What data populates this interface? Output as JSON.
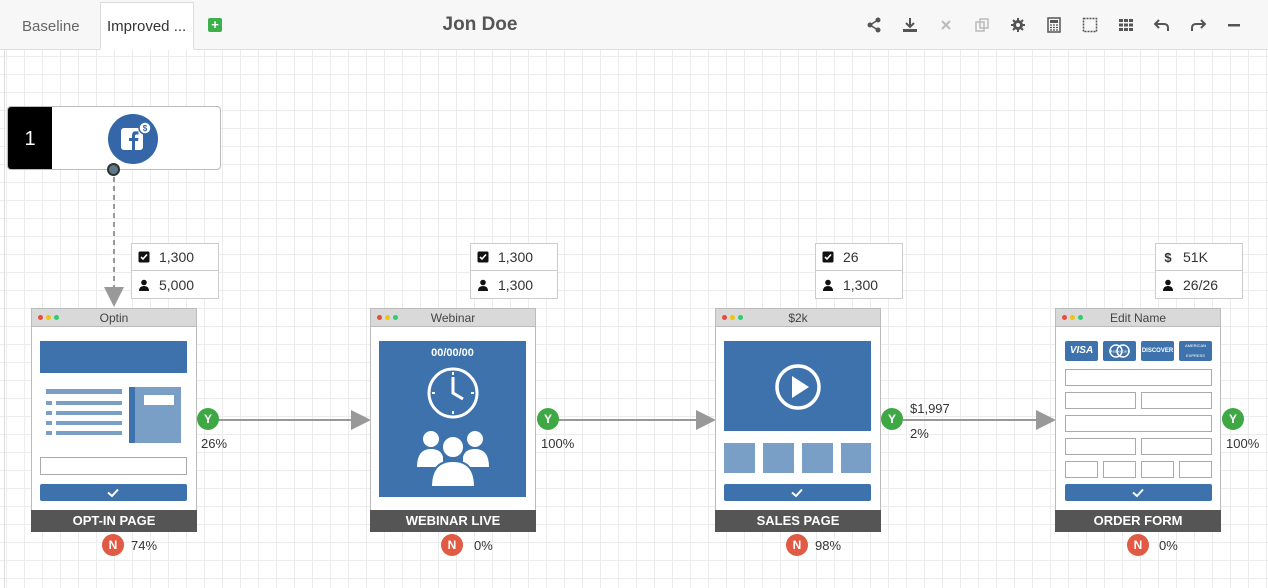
{
  "tabs": [
    {
      "label": "Baseline",
      "active": false
    },
    {
      "label": "Improved ...",
      "active": true
    }
  ],
  "add_tab_label": "+",
  "title": "Jon Doe",
  "toolbar_icons": [
    "share-icon",
    "download-icon",
    "close-icon",
    "copy-icon",
    "gear-icon",
    "calculator-icon",
    "select-area-icon",
    "grid-icon",
    "undo-icon",
    "redo-icon",
    "zoom-out-icon"
  ],
  "source": {
    "number": "1",
    "icon": "facebook-ads-icon"
  },
  "nodes": [
    {
      "header": "Optin",
      "footer": "OPT-IN PAGE",
      "stats": [
        {
          "icon": "checkbox-icon",
          "value": "1,300"
        },
        {
          "icon": "user-icon",
          "value": "5,000"
        }
      ],
      "yes": {
        "label": "Y",
        "pct": "26%"
      },
      "no": {
        "label": "N",
        "pct": "74%"
      }
    },
    {
      "header": "Webinar",
      "footer": "WEBINAR LIVE",
      "date": "00/00/00",
      "stats": [
        {
          "icon": "checkbox-icon",
          "value": "1,300"
        },
        {
          "icon": "user-icon",
          "value": "1,300"
        }
      ],
      "yes": {
        "label": "Y",
        "pct": "100%"
      },
      "no": {
        "label": "N",
        "pct": "0%"
      }
    },
    {
      "header": "$2k",
      "footer": "SALES PAGE",
      "stats": [
        {
          "icon": "checkbox-icon",
          "value": "26"
        },
        {
          "icon": "user-icon",
          "value": "1,300"
        }
      ],
      "yes": {
        "label": "Y",
        "pct": "2%",
        "amount": "$1,997"
      },
      "no": {
        "label": "N",
        "pct": "98%"
      }
    },
    {
      "header": "Edit Name",
      "footer": "ORDER FORM",
      "stats": [
        {
          "icon": "dollar-icon",
          "value": "51K"
        },
        {
          "icon": "user-icon",
          "value": "26/26"
        }
      ],
      "yes": {
        "label": "Y",
        "pct": "100%"
      },
      "no": {
        "label": "N",
        "pct": "0%"
      },
      "cards": [
        "VISA",
        "MasterCard",
        "DISCOVER",
        "AMERICAN EXPRESS"
      ]
    }
  ],
  "colors": {
    "accent_blue": "#3d72ad",
    "yes_green": "#3fa845",
    "no_red": "#e05a44",
    "footer_gray": "#555555"
  }
}
